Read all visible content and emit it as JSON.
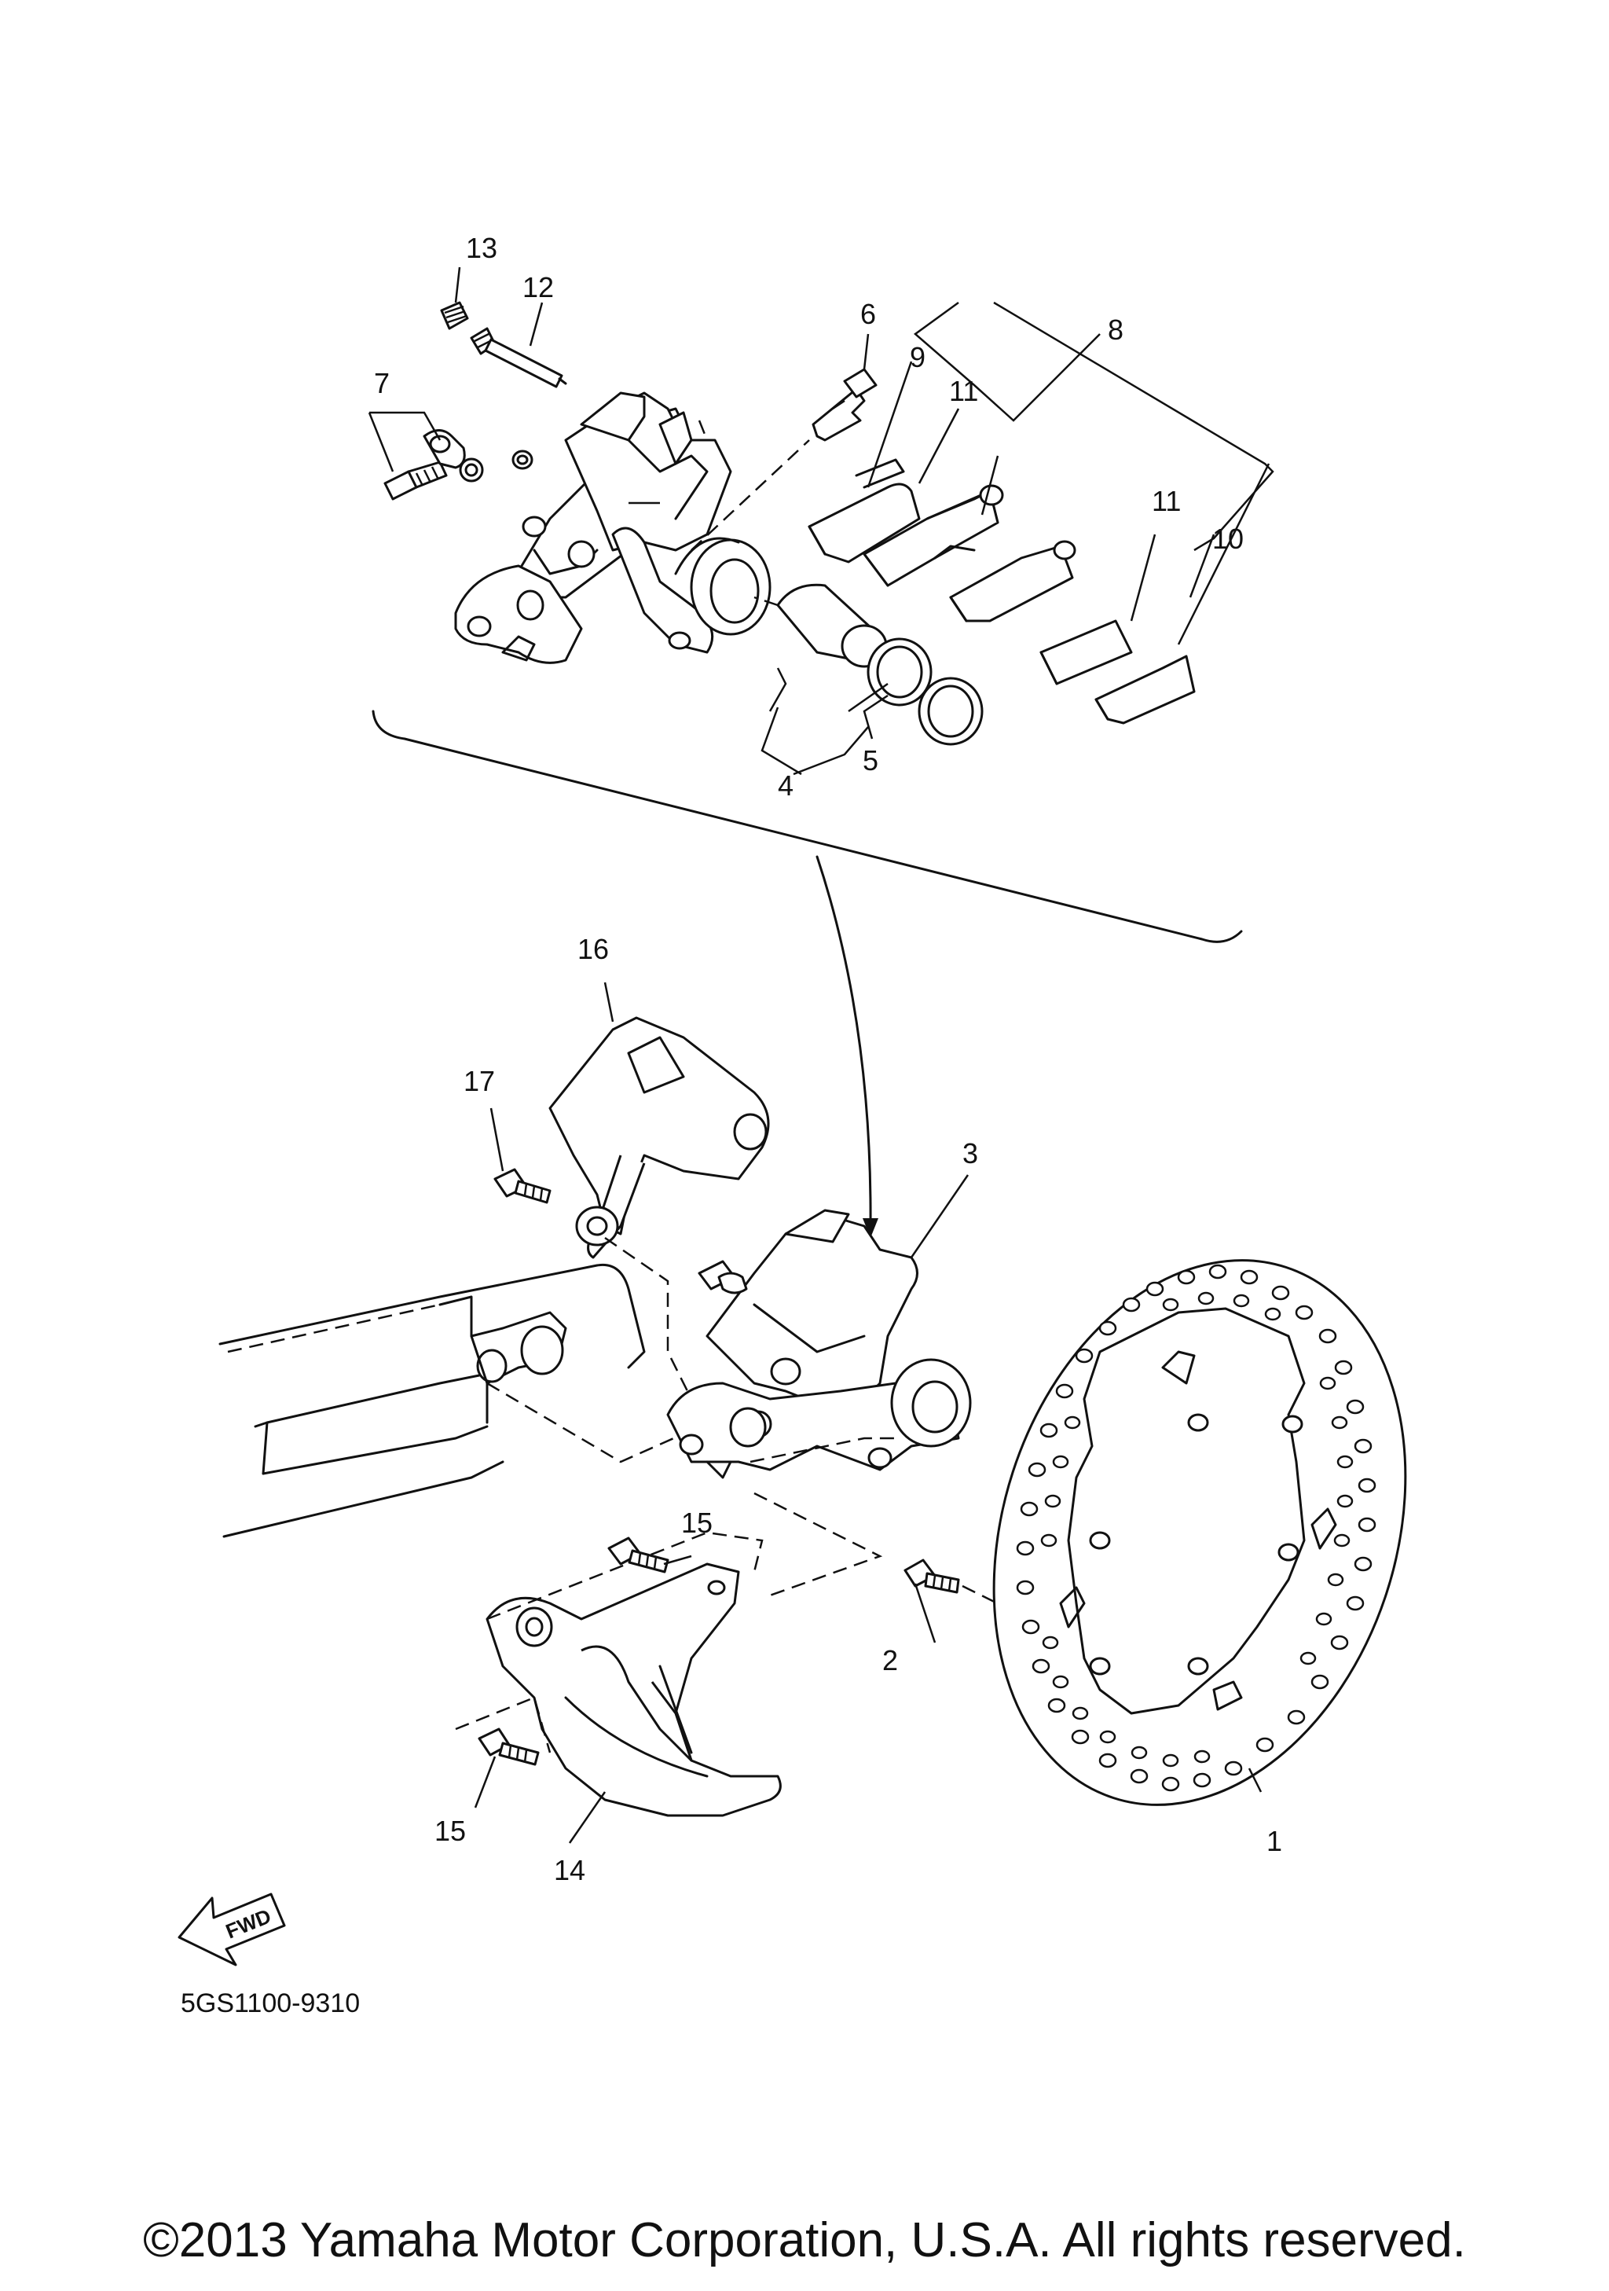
{
  "diagram": {
    "part_code": "5GS1100-9310",
    "fwd_label": "FWD",
    "callouts": {
      "c1": "1",
      "c2": "2",
      "c3": "3",
      "c4": "4",
      "c5": "5",
      "c6": "6",
      "c7": "7",
      "c8": "8",
      "c9": "9",
      "c10": "10",
      "c11a": "11",
      "c11b": "11",
      "c12": "12",
      "c13": "13",
      "c14": "14",
      "c15a": "15",
      "c15b": "15",
      "c16": "16",
      "c17": "17"
    }
  },
  "footer": {
    "copyright": "©2013 Yamaha Motor Corporation, U.S.A. All rights reserved."
  }
}
